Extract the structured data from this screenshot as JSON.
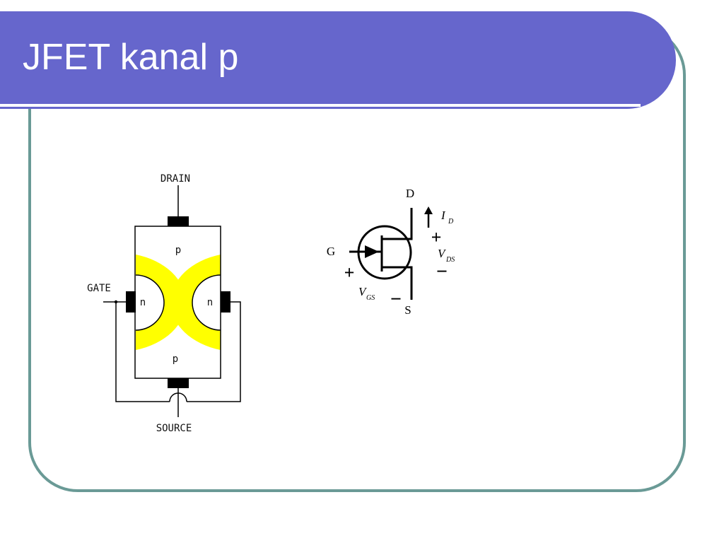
{
  "slide": {
    "title": "JFET kanal p"
  },
  "structure": {
    "drain_label": "DRAIN",
    "gate_label": "GATE",
    "source_label": "SOURCE",
    "region_top": "p",
    "region_bottom": "p",
    "region_left": "n",
    "region_right": "n",
    "colors": {
      "depletion": "#ffff00",
      "contact": "#000000",
      "outline": "#000000"
    }
  },
  "symbol": {
    "drain_label": "D",
    "gate_label": "G",
    "source_label": "S",
    "id_main": "I",
    "id_sub": "D",
    "vds_main": "V",
    "vds_sub": "DS",
    "vgs_main": "V",
    "vgs_sub": "GS",
    "plus": "+",
    "minus": "−",
    "arrow_up": "↑"
  },
  "theme": {
    "title_band": "#6666cc",
    "frame_border": "#6a9a96"
  }
}
